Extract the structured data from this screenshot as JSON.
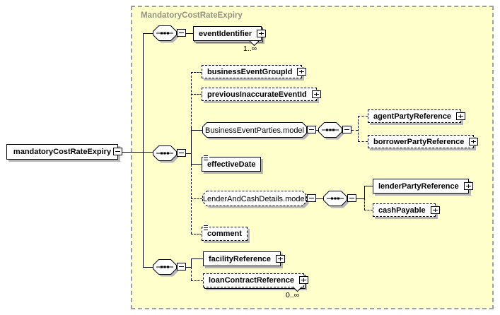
{
  "diagram": {
    "container_label": "MandatoryCostRateExpiry",
    "root": {
      "label": "mandatoryCostRateExpiry"
    },
    "nodes": {
      "eventIdentifier": "eventIdentifier",
      "businessEventGroupId": "businessEventGroupId",
      "previousInaccurateEventId": "previousInaccurateEventId",
      "businessEventParties": "BusinessEventParties.model",
      "agentPartyReference": "agentPartyReference",
      "borrowerPartyReference": "borrowerPartyReference",
      "effectiveDate": "effectiveDate",
      "lenderAndCashDetails": "LenderAndCashDetails.model",
      "lenderPartyReference": "lenderPartyReference",
      "cashPayable": "cashPayable",
      "comment": "comment",
      "facilityReference": "facilityReference",
      "loanContractReference": "loanContractReference"
    },
    "occurrence": {
      "eventIdentifier": "1..∞",
      "loanContractReference": "0..∞"
    },
    "colors": {
      "container_bg": "#ffffcc",
      "container_border": "#a0a0a0",
      "container_label": "#929280",
      "node_border": "#000000",
      "shadow": "#b6b6b6"
    }
  }
}
